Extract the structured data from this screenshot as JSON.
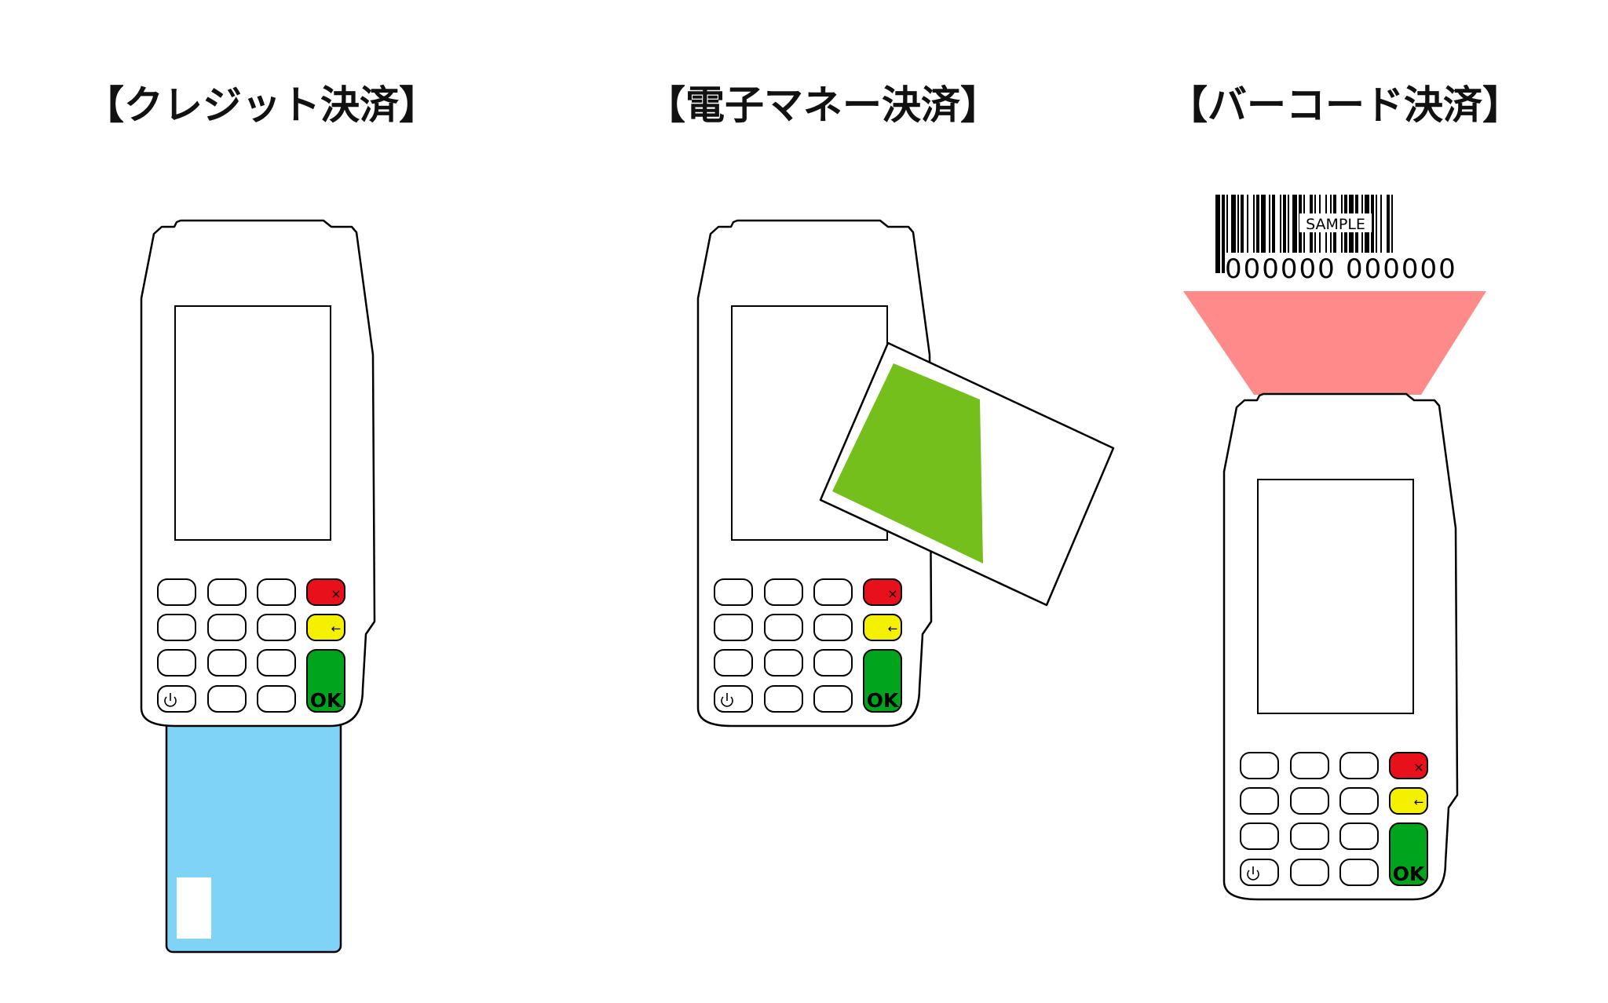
{
  "titles": {
    "credit": "【クレジット決済】",
    "emoney": "【電子マネー決済】",
    "barcode": "【バーコード決済】"
  },
  "terminal": {
    "ok_label": "OK",
    "cancel_symbol": "×",
    "back_symbol": "←"
  },
  "barcode": {
    "sample_label": "SAMPLE",
    "number_left": "000000",
    "number_right": "000000"
  },
  "colors": {
    "cancel_key": "#e8101a",
    "back_key": "#f4f000",
    "ok_key": "#00a51c",
    "credit_card": "#7fd3f7",
    "emoney_card_band": "#74bf1b",
    "scan_beam": "#ff8a8a"
  }
}
